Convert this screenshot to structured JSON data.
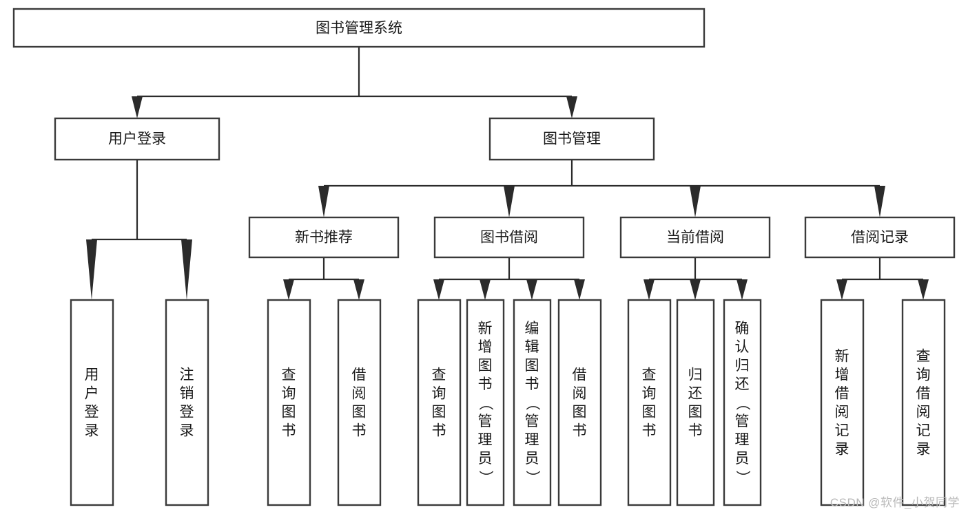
{
  "diagram": {
    "title": "图书管理系统",
    "type": "hierarchy-tree",
    "watermark": "CSDN @软件_小贺同学",
    "colors": {
      "box_stroke": "#3a3a3a",
      "connector": "#2b2b2b",
      "box_fill": "#ffffff",
      "text": "#1a1a1a",
      "watermark": "#b9b9b9",
      "background": "#ffffff"
    },
    "root": {
      "label": "图书管理系统"
    },
    "level2": [
      {
        "id": "user-login",
        "label": "用户登录"
      },
      {
        "id": "book-management",
        "label": "图书管理"
      }
    ],
    "level3": [
      {
        "id": "new-book-recommend",
        "label": "新书推荐",
        "parent": "book-management"
      },
      {
        "id": "book-borrow",
        "label": "图书借阅",
        "parent": "book-management"
      },
      {
        "id": "current-borrow",
        "label": "当前借阅",
        "parent": "book-management"
      },
      {
        "id": "borrow-record",
        "label": "借阅记录",
        "parent": "book-management"
      }
    ],
    "leaves": {
      "user-login": [
        {
          "id": "leaf-user-login",
          "label": "用户登录"
        },
        {
          "id": "leaf-logout-login",
          "label": "注销登录"
        }
      ],
      "new-book-recommend": [
        {
          "id": "leaf-query-book-1",
          "label": "查询图书"
        },
        {
          "id": "leaf-borrow-book-1",
          "label": "借阅图书"
        }
      ],
      "book-borrow": [
        {
          "id": "leaf-query-book-2",
          "label": "查询图书"
        },
        {
          "id": "leaf-add-book",
          "label": "新增图书（管理员）"
        },
        {
          "id": "leaf-edit-book",
          "label": "编辑图书（管理员）"
        },
        {
          "id": "leaf-borrow-book-2",
          "label": "借阅图书"
        }
      ],
      "current-borrow": [
        {
          "id": "leaf-query-book-3",
          "label": "查询图书"
        },
        {
          "id": "leaf-return-book",
          "label": "归还图书"
        },
        {
          "id": "leaf-confirm-return",
          "label": "确认归还（管理员）"
        }
      ],
      "borrow-record": [
        {
          "id": "leaf-add-record",
          "label": "新增借阅记录"
        },
        {
          "id": "leaf-query-record",
          "label": "查询借阅记录"
        }
      ]
    }
  }
}
